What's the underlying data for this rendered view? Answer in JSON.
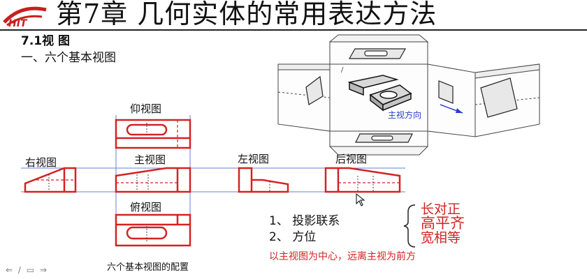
{
  "slide": {
    "title": "第7章  几何实体的常用表达方法",
    "section": "7.1视  图",
    "subsection": "一、六个基本视图",
    "logo_text": "HIT"
  },
  "views": {
    "bottom": "仰视图",
    "front": "主视图",
    "right": "右视图",
    "left": "左视图",
    "rear": "后视图",
    "top": "俯视图"
  },
  "caption": "六个基本视图的配置",
  "principles": {
    "item1": "1、 投影联系",
    "item2": "2、 方位",
    "rule1": "长对正",
    "rule2": "高平齐",
    "rule3": "宽相等"
  },
  "note": "以主视图为中心，远离主视为前方",
  "diagram_label": "主视方向",
  "colors": {
    "red": "#d42222",
    "blue": "#2b3ec8",
    "connector": "#6a7fd6"
  },
  "nav": {
    "icons": [
      "prev-arrow-icon",
      "pen-icon",
      "menu-icon",
      "next-arrow-icon"
    ]
  }
}
